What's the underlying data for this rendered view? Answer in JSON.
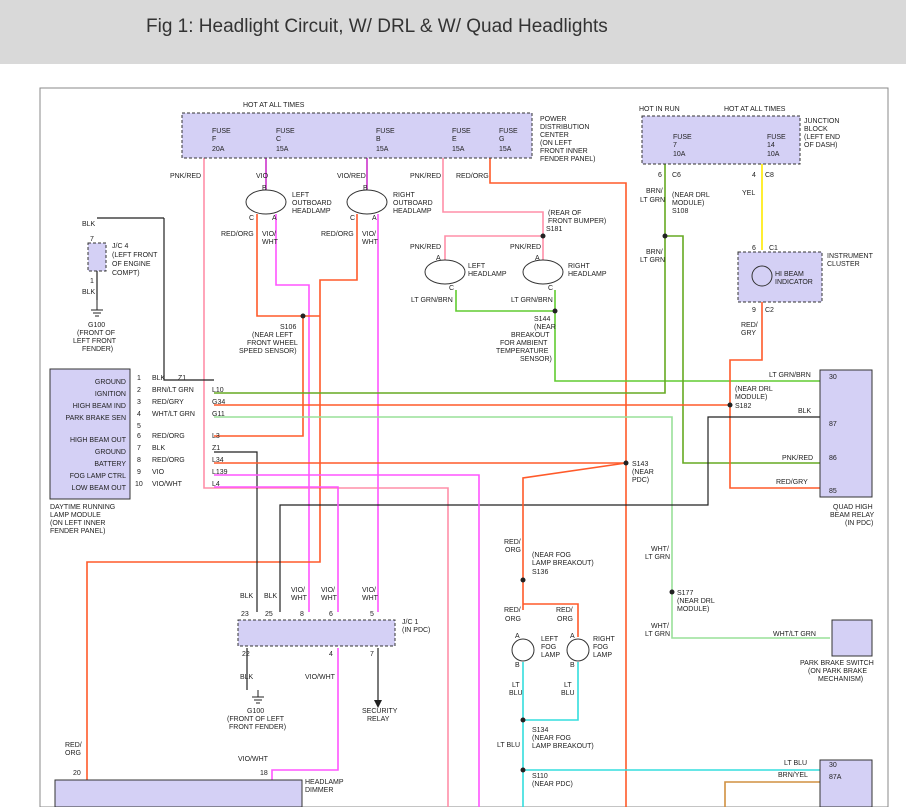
{
  "title": "Fig 1: Headlight Circuit, W/ DRL & W/ Quad Headlights",
  "colors": {
    "component_fill": "#d4d0f5",
    "pink": "#ff8fa8",
    "orange_red": "#ff5a2a",
    "magenta": "#ff55ff",
    "violet": "#cc33cc",
    "green": "#60cc30",
    "olive_green": "#66aa22",
    "light_green": "#99e099",
    "yellow": "#ffee33",
    "cyan": "#33dddd",
    "black": "#222222",
    "dark_orange": "#d09040"
  },
  "labels": {
    "hot_all_times_1": "HOT AT ALL TIMES",
    "hot_in_run": "HOT IN RUN",
    "hot_all_times_2": "HOT AT ALL TIMES",
    "pdc": [
      "POWER",
      "DISTRIBUTION",
      "CENTER",
      "(ON LEFT",
      "FRONT INNER",
      "FENDER PANEL)"
    ],
    "junction_block": [
      "JUNCTION",
      "BLOCK",
      "(LEFT END",
      "OF DASH)"
    ],
    "fuse_f": [
      "FUSE",
      "F",
      "20A"
    ],
    "fuse_c": [
      "FUSE",
      "C",
      "15A"
    ],
    "fuse_b": [
      "FUSE",
      "B",
      "15A"
    ],
    "fuse_e": [
      "FUSE",
      "E",
      "15A"
    ],
    "fuse_g": [
      "FUSE",
      "G",
      "15A"
    ],
    "fuse_7": [
      "FUSE",
      "7",
      "10A"
    ],
    "fuse_14": [
      "FUSE",
      "14",
      "10A"
    ],
    "pnk_red_1": "PNK/RED",
    "vio_1": "VIO",
    "vio_red": "VIO/RED",
    "pnk_red_2": "PNK/RED",
    "red_org_top": "RED/ORG",
    "left_outboard": [
      "LEFT",
      "OUTBOARD",
      "HEADLAMP"
    ],
    "right_outboard": [
      "RIGHT",
      "OUTBOARD",
      "HEADLAMP"
    ],
    "red_org_a": "RED/ORG",
    "vio_wht_a": [
      "VIO/",
      "WHT"
    ],
    "red_org_b": "RED/ORG",
    "vio_wht_b": [
      "VIO/",
      "WHT"
    ],
    "s106": [
      "S106",
      "(NEAR LEFT",
      "FRONT WHEEL",
      "SPEED SENSOR)"
    ],
    "s181": [
      "(REAR OF",
      "FRONT BUMPER)",
      "S181"
    ],
    "pnk_red_3": "PNK/RED",
    "pnk_red_4": "PNK/RED",
    "left_headlamp": [
      "LEFT",
      "HEADLAMP"
    ],
    "right_headlamp": [
      "RIGHT",
      "HEADLAMP"
    ],
    "lt_grn_brn_1": "LT GRN/BRN",
    "lt_grn_brn_2": "LT GRN/BRN",
    "s144": [
      "S144",
      "(NEAR",
      "BREAKOUT",
      "FOR AMBIENT",
      "TEMPERATURE",
      "SENSOR)"
    ],
    "brn_lt_grn_1": [
      "BRN/",
      "LT GRN"
    ],
    "s108": [
      "(NEAR DRL",
      "MODULE)",
      "S108"
    ],
    "brn_lt_grn_2": [
      "BRN/",
      "LT GRN"
    ],
    "yel": "YEL",
    "instrument_cluster": [
      "INSTRUMENT",
      "CLUSTER"
    ],
    "hi_beam_indicator": [
      "HI BEAM",
      "INDICATOR"
    ],
    "red_gry_1": [
      "RED/",
      "GRY"
    ],
    "blk_top": "BLK",
    "jc4": [
      "J/C 4",
      "(LEFT FRONT",
      "OF ENGINE",
      "COMPT)"
    ],
    "blk_jc4": "BLK",
    "g100_top": [
      "G100",
      "(FRONT OF",
      "LEFT FRONT",
      "FENDER)"
    ],
    "drl_pins": [
      {
        "pin": "1",
        "name": "GROUND",
        "color": "BLK",
        "circuit": "Z1"
      },
      {
        "pin": "2",
        "name": "IGNITION",
        "color": "BRN/LT GRN",
        "circuit": "L10"
      },
      {
        "pin": "3",
        "name": "HIGH BEAM IND",
        "color": "RED/GRY",
        "circuit": "G34"
      },
      {
        "pin": "4",
        "name": "PARK BRAKE SEN",
        "color": "WHT/LT GRN",
        "circuit": "G11"
      },
      {
        "pin": "5",
        "name": "",
        "color": "",
        "circuit": ""
      },
      {
        "pin": "6",
        "name": "HIGH BEAM OUT",
        "color": "RED/ORG",
        "circuit": "L3"
      },
      {
        "pin": "7",
        "name": "GROUND",
        "color": "BLK",
        "circuit": "Z1"
      },
      {
        "pin": "8",
        "name": "BATTERY",
        "color": "RED/ORG",
        "circuit": "L34"
      },
      {
        "pin": "9",
        "name": "FOG LAMP CTRL",
        "color": "VIO",
        "circuit": "L139"
      },
      {
        "pin": "10",
        "name": "LOW BEAM OUT",
        "color": "VIO/WHT",
        "circuit": "L4"
      }
    ],
    "drl_module": [
      "DAYTIME RUNNING",
      "LAMP MODULE",
      "(ON LEFT INNER",
      "FENDER PANEL)"
    ],
    "s182": [
      "(NEAR DRL",
      "MODULE)",
      "S182"
    ],
    "s143": [
      "S143",
      "(NEAR",
      "PDC)"
    ],
    "lt_grn_brn_relay": "LT GRN/BRN",
    "blk_relay": "BLK",
    "pnk_red_relay": "PNK/RED",
    "red_gry_relay": "RED/GRY",
    "relay_pins": [
      "30",
      "87",
      "86",
      "85"
    ],
    "quad_relay": [
      "QUAD HIGH",
      "BEAM RELAY",
      "(IN PDC)"
    ],
    "red_org_fog": [
      "RED/",
      "ORG"
    ],
    "s136": [
      "(NEAR FOG",
      "LAMP BREAKOUT)",
      "S136"
    ],
    "red_org_fog_l": [
      "RED/",
      "ORG"
    ],
    "red_org_fog_r": [
      "RED/",
      "ORG"
    ],
    "left_fog": [
      "LEFT",
      "FOG",
      "LAMP"
    ],
    "right_fog": [
      "RIGHT",
      "FOG",
      "LAMP"
    ],
    "lt_blu_l": [
      "LT",
      "BLU"
    ],
    "lt_blu_r": [
      "LT",
      "BLU"
    ],
    "s134": [
      "S134",
      "(NEAR FOG",
      "LAMP BREAKOUT)"
    ],
    "lt_blu_main": "LT BLU",
    "s110": [
      "S110",
      "(NEAR PDC)"
    ],
    "wht_lt_grn_1": [
      "WHT/",
      "LT GRN"
    ],
    "s177": [
      "S177",
      "(NEAR DRL",
      "MODULE)"
    ],
    "wht_lt_grn_2": [
      "WHT/",
      "LT GRN"
    ],
    "wht_lt_grn_3": "WHT/LT GRN",
    "park_brake": [
      "PARK BRAKE SWITCH",
      "(ON PARK BRAKE",
      "MECHANISM)"
    ],
    "jc1": [
      "J/C 1",
      "(IN PDC)"
    ],
    "jc1_top_pins": [
      "23",
      "25",
      "8",
      "6",
      "5"
    ],
    "jc1_bot_pins": [
      "22",
      "4",
      "7"
    ],
    "blk_a": "BLK",
    "blk_b": "BLK",
    "vio_wht_c": [
      "VIO/",
      "WHT"
    ],
    "vio_wht_d": [
      "VIO/",
      "WHT"
    ],
    "vio_wht_e": [
      "VIO/",
      "WHT"
    ],
    "blk_g100": "BLK",
    "g100_bot": [
      "G100",
      "(FRONT OF LEFT",
      "FRONT FENDER)"
    ],
    "vio_wht_f": "VIO/WHT",
    "security_relay": [
      "SECURITY",
      "RELAY"
    ],
    "red_org_bottom": [
      "RED/",
      "ORG"
    ],
    "vio_wht_g": "VIO/WHT",
    "headlamp_dimmer": [
      "HEADLAMP",
      "DIMMER"
    ],
    "lt_blu_relay2": "LT BLU",
    "brn_yel": "BRN/YEL",
    "relay2_pins": [
      "30",
      "87A"
    ],
    "pin_numbers": {
      "p20": "20",
      "p18": "18",
      "p6a": "6",
      "p4a": "4",
      "p6b": "6",
      "p9": "9",
      "p7": "7",
      "p1": "1"
    },
    "conn_refs": {
      "c6": "C6",
      "c8": "C8",
      "c1": "C1",
      "c2": "C2"
    },
    "lamp_pins": {
      "a": "A",
      "b": "B",
      "c": "C"
    }
  }
}
